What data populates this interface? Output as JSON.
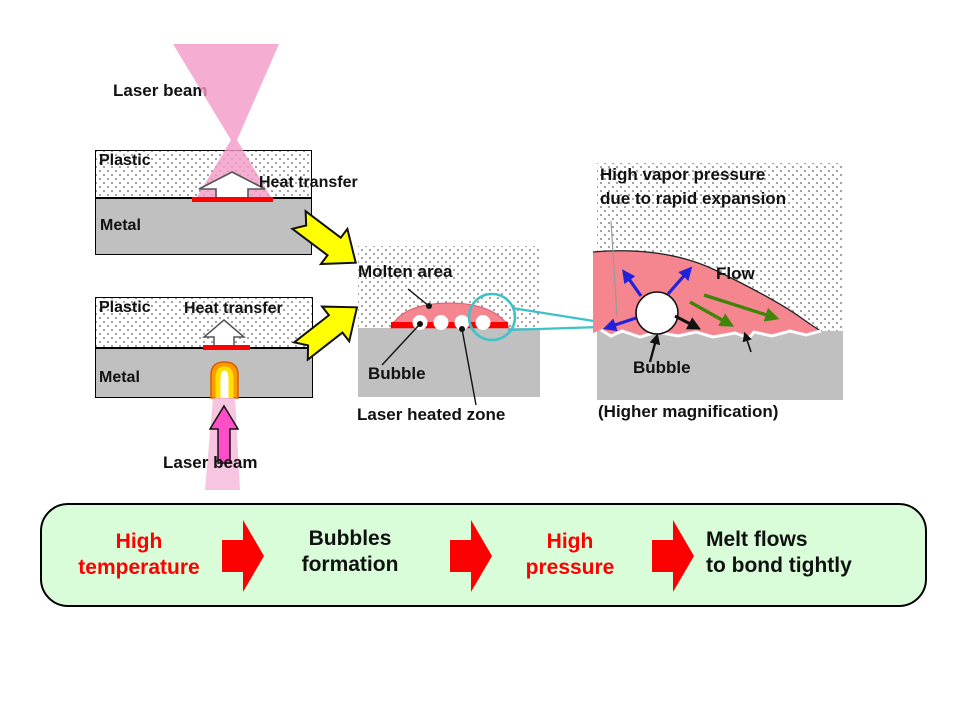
{
  "panel1": {
    "laser_beam": "Laser beam",
    "plastic": "Plastic",
    "metal": "Metal",
    "heat_transfer": "Heat transfer"
  },
  "panel2": {
    "plastic": "Plastic",
    "metal": "Metal",
    "heat_transfer": "Heat transfer",
    "laser_beam": "Laser beam"
  },
  "panel3": {
    "molten_area": "Molten area",
    "bubble": "Bubble",
    "laser_heated_zone": "Laser heated zone"
  },
  "panel4": {
    "vapor_line1": "High vapor pressure",
    "vapor_line2": "due to rapid expansion",
    "flow": "Flow",
    "bubble": "Bubble",
    "magnification": "(Higher magnification)"
  },
  "flow_bar": {
    "steps": [
      {
        "line1": "High",
        "line2": "temperature",
        "emphasis": "red"
      },
      {
        "line1": "Bubbles",
        "line2": "formation",
        "emphasis": "black"
      },
      {
        "line1": "High",
        "line2": "pressure",
        "emphasis": "red"
      },
      {
        "line1": "Melt flows",
        "line2": "to bond tightly",
        "emphasis": "black"
      }
    ]
  },
  "colors": {
    "laser_pink": "#f29ac6",
    "magenta_arrow": "#ff4fc8",
    "molten_pink": "#f5868f",
    "metal_gray": "#c0c0c0",
    "highlight_yellow": "#ffff00",
    "process_arrow_red": "#fb0102",
    "flow_bar_green": "#d9fdd9",
    "callout_cyan": "#3cc3c8",
    "arrow_blue": "#2222dd",
    "arrow_green": "#3f850a",
    "emphasis_red": "#fe0000",
    "interface_red": "#fe0000",
    "keyhole_orange": "#ff9900"
  }
}
